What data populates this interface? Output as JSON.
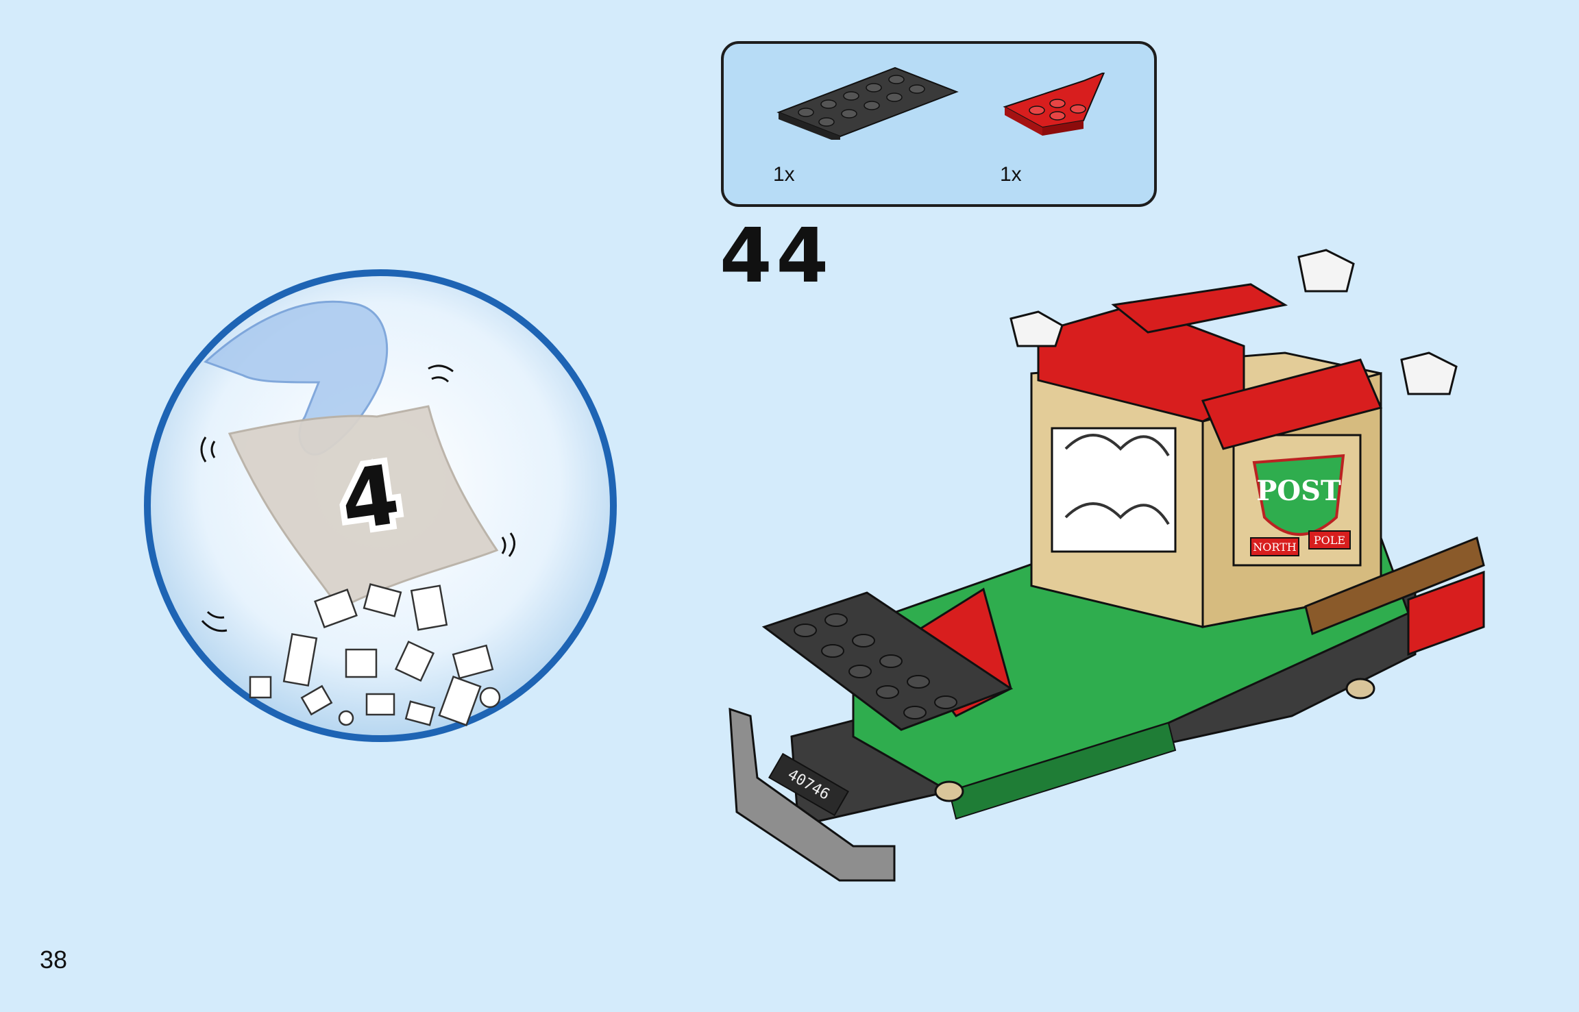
{
  "bag": {
    "number": "4"
  },
  "parts": [
    {
      "name": "black plate",
      "quantity": "1x",
      "color": "#3a3a3a"
    },
    {
      "name": "red wedge plate",
      "quantity": "1x",
      "color": "#d81e1e"
    }
  ],
  "step": {
    "number": "44"
  },
  "license_plate": "40746",
  "sign": {
    "main": "POST",
    "left_banner": "NORTH",
    "right_banner": "POLE"
  },
  "page": {
    "number": "38"
  },
  "colors": {
    "background": "#d4ebfb",
    "parts_box": "#b7dcf6",
    "bubble_ring": "#1e64b4",
    "green": "#2fad4e",
    "red": "#d81e1e",
    "tan": "#e3cc98",
    "dark_gray": "#3a3a3a"
  }
}
